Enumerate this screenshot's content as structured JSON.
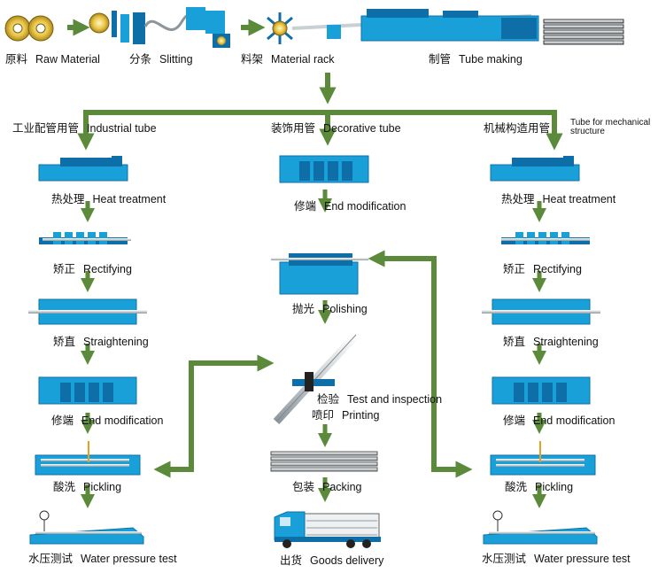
{
  "colors": {
    "arrow": "#5a8a3a",
    "machine": "#1aa0d8",
    "machine_dark": "#0e6fa8",
    "tube": "#d8dde0"
  },
  "top_row": {
    "raw_material": {
      "zh": "原料",
      "en": "Raw Material"
    },
    "slitting": {
      "zh": "分条",
      "en": "Slitting"
    },
    "material_rack": {
      "zh": "料架",
      "en": "Material rack"
    },
    "tube_making": {
      "zh": "制管",
      "en": "Tube making"
    }
  },
  "branches": {
    "industrial": {
      "zh": "工业配管用管",
      "en": "Industrial tube"
    },
    "decorative": {
      "zh": "装饰用管",
      "en": "Decorative tube"
    },
    "mechanical": {
      "zh": "机械构造用管",
      "en": "Tube for mechanical structure"
    }
  },
  "left_column": [
    {
      "zh": "热处理",
      "en": "Heat treatment"
    },
    {
      "zh": "矫正",
      "en": "Rectifying"
    },
    {
      "zh": "矫直",
      "en": "Straightening"
    },
    {
      "zh": "修端",
      "en": "End modification"
    },
    {
      "zh": "酸洗",
      "en": "Pickling"
    },
    {
      "zh": "水压测试",
      "en": "Water pressure test"
    }
  ],
  "right_column": [
    {
      "zh": "热处理",
      "en": "Heat treatment"
    },
    {
      "zh": "矫正",
      "en": "Rectifying"
    },
    {
      "zh": "矫直",
      "en": "Straightening"
    },
    {
      "zh": "修端",
      "en": "End modification"
    },
    {
      "zh": "酸洗",
      "en": "Pickling"
    },
    {
      "zh": "水压测试",
      "en": "Water pressure test"
    }
  ],
  "middle_column": {
    "end_modification": {
      "zh": "修端",
      "en": "End modification"
    },
    "polishing": {
      "zh": "抛光",
      "en": "Polishing"
    },
    "test_inspection": {
      "zh": "检验",
      "en": "Test and inspection"
    },
    "printing": {
      "zh": "喷印",
      "en": "Printing"
    },
    "packing": {
      "zh": "包装",
      "en": "Packing"
    },
    "goods_delivery": {
      "zh": "出货",
      "en": "Goods delivery"
    }
  }
}
